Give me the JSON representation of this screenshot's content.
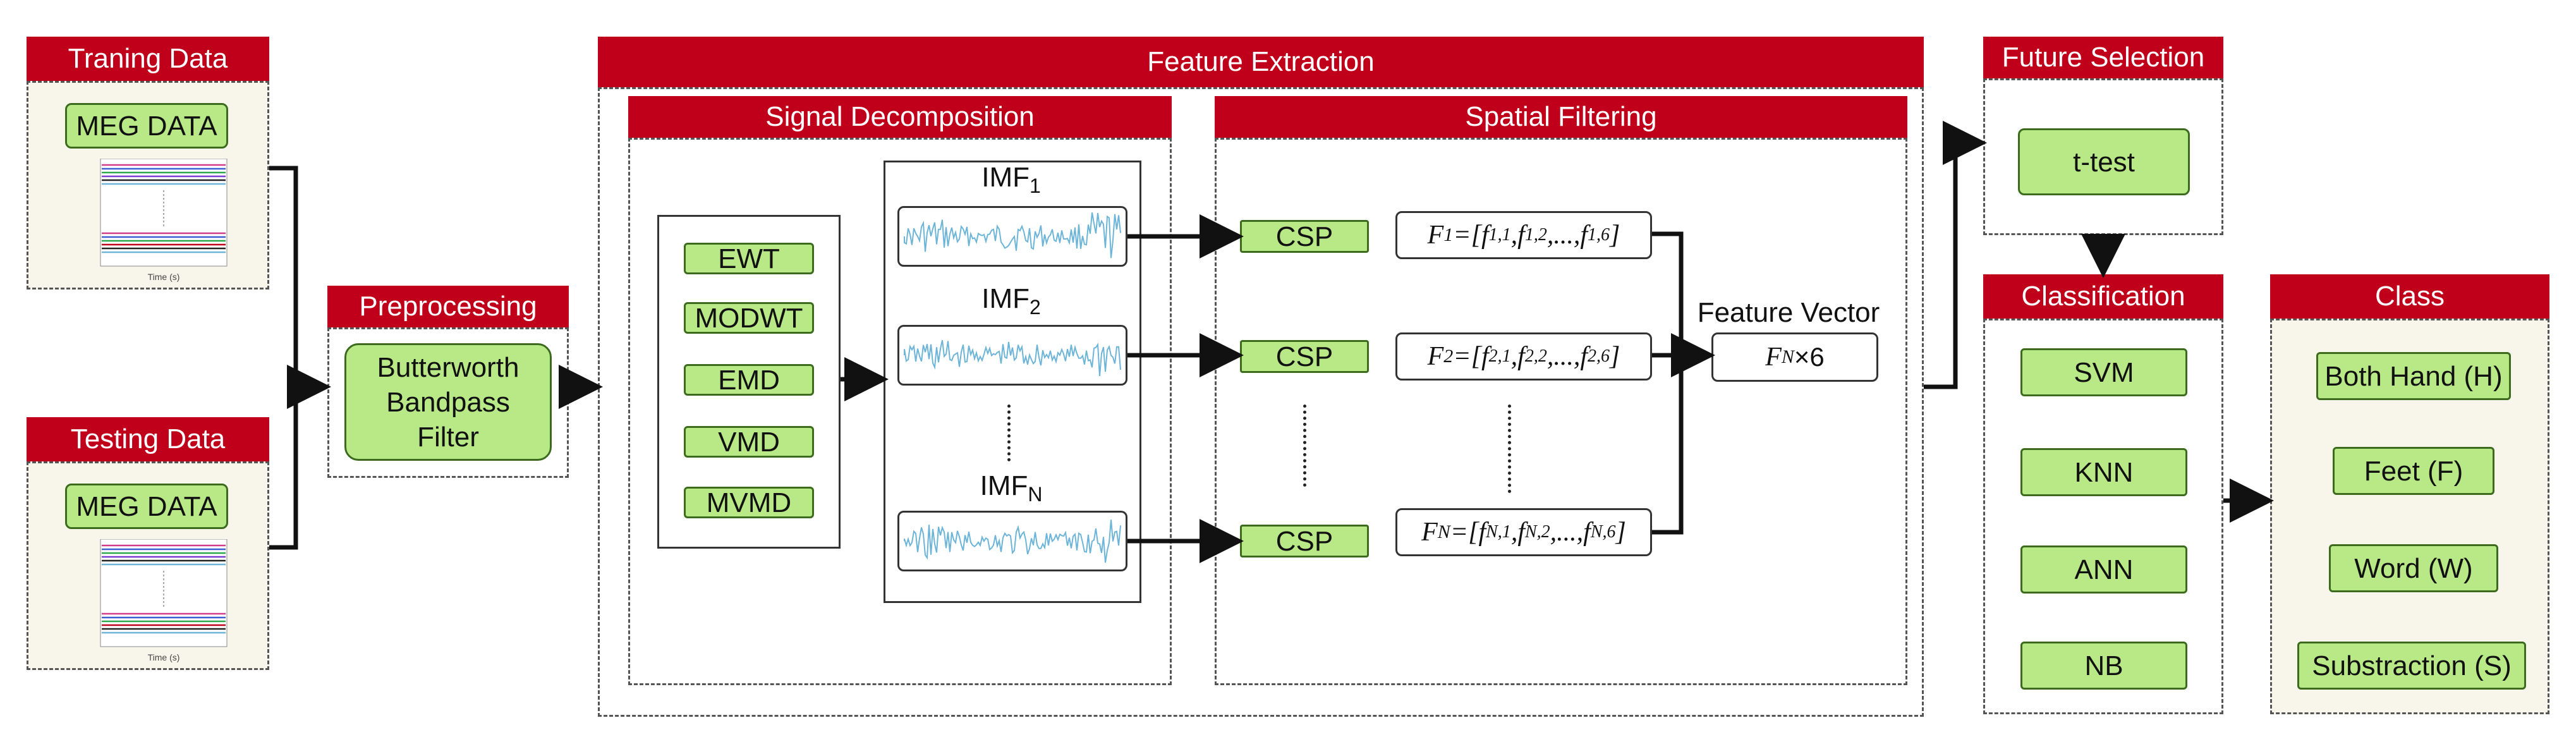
{
  "training": {
    "title": "Traning Data",
    "meg": "MEG DATA",
    "axis_label": "Time (s)"
  },
  "testing": {
    "title": "Testing Data",
    "meg": "MEG DATA",
    "axis_label": "Time (s)"
  },
  "preprocessing": {
    "title": "Preprocessing",
    "filter": "Butterworth Bandpass Filter"
  },
  "feature_extraction": {
    "title": "Feature Extraction",
    "signal_decomposition": {
      "title": "Signal Decomposition",
      "methods": [
        "EWT",
        "MODWT",
        "EMD",
        "VMD",
        "MVMD"
      ],
      "imf_labels": [
        "IMF",
        "IMF",
        "IMF"
      ],
      "imf_subs": [
        "1",
        "2",
        "N"
      ]
    },
    "spatial_filtering": {
      "title": "Spatial Filtering",
      "csp": [
        "CSP",
        "CSP",
        "CSP"
      ],
      "features": [
        {
          "lhs": "F",
          "lhs_sub": "1",
          "rhs": "f",
          "subs": [
            "1,1",
            "1,2",
            "1,6"
          ]
        },
        {
          "lhs": "F",
          "lhs_sub": "2",
          "rhs": "f",
          "subs": [
            "2,1",
            "2,2",
            "2,6"
          ]
        },
        {
          "lhs": "F",
          "lhs_sub": "N",
          "rhs": "f",
          "subs": [
            "N,1",
            "N,2",
            "N,6"
          ]
        }
      ]
    },
    "feature_vector": {
      "label": "Feature Vector",
      "symbol": "F",
      "sub": "N",
      "suffix": "×6"
    }
  },
  "feature_selection": {
    "title": "Future Selection",
    "method": "t-test"
  },
  "classification": {
    "title": "Classification",
    "methods": [
      "SVM",
      "KNN",
      "ANN",
      "NB"
    ]
  },
  "class": {
    "title": "Class",
    "labels": [
      "Both Hand (H)",
      "Feet (F)",
      "Word (W)",
      "Substraction (S)"
    ]
  },
  "colors": {
    "header_red": "#c0001a",
    "box_green": "#b8e986",
    "cream": "#f8f5ea",
    "signal_blue": "#6cb4d8"
  }
}
